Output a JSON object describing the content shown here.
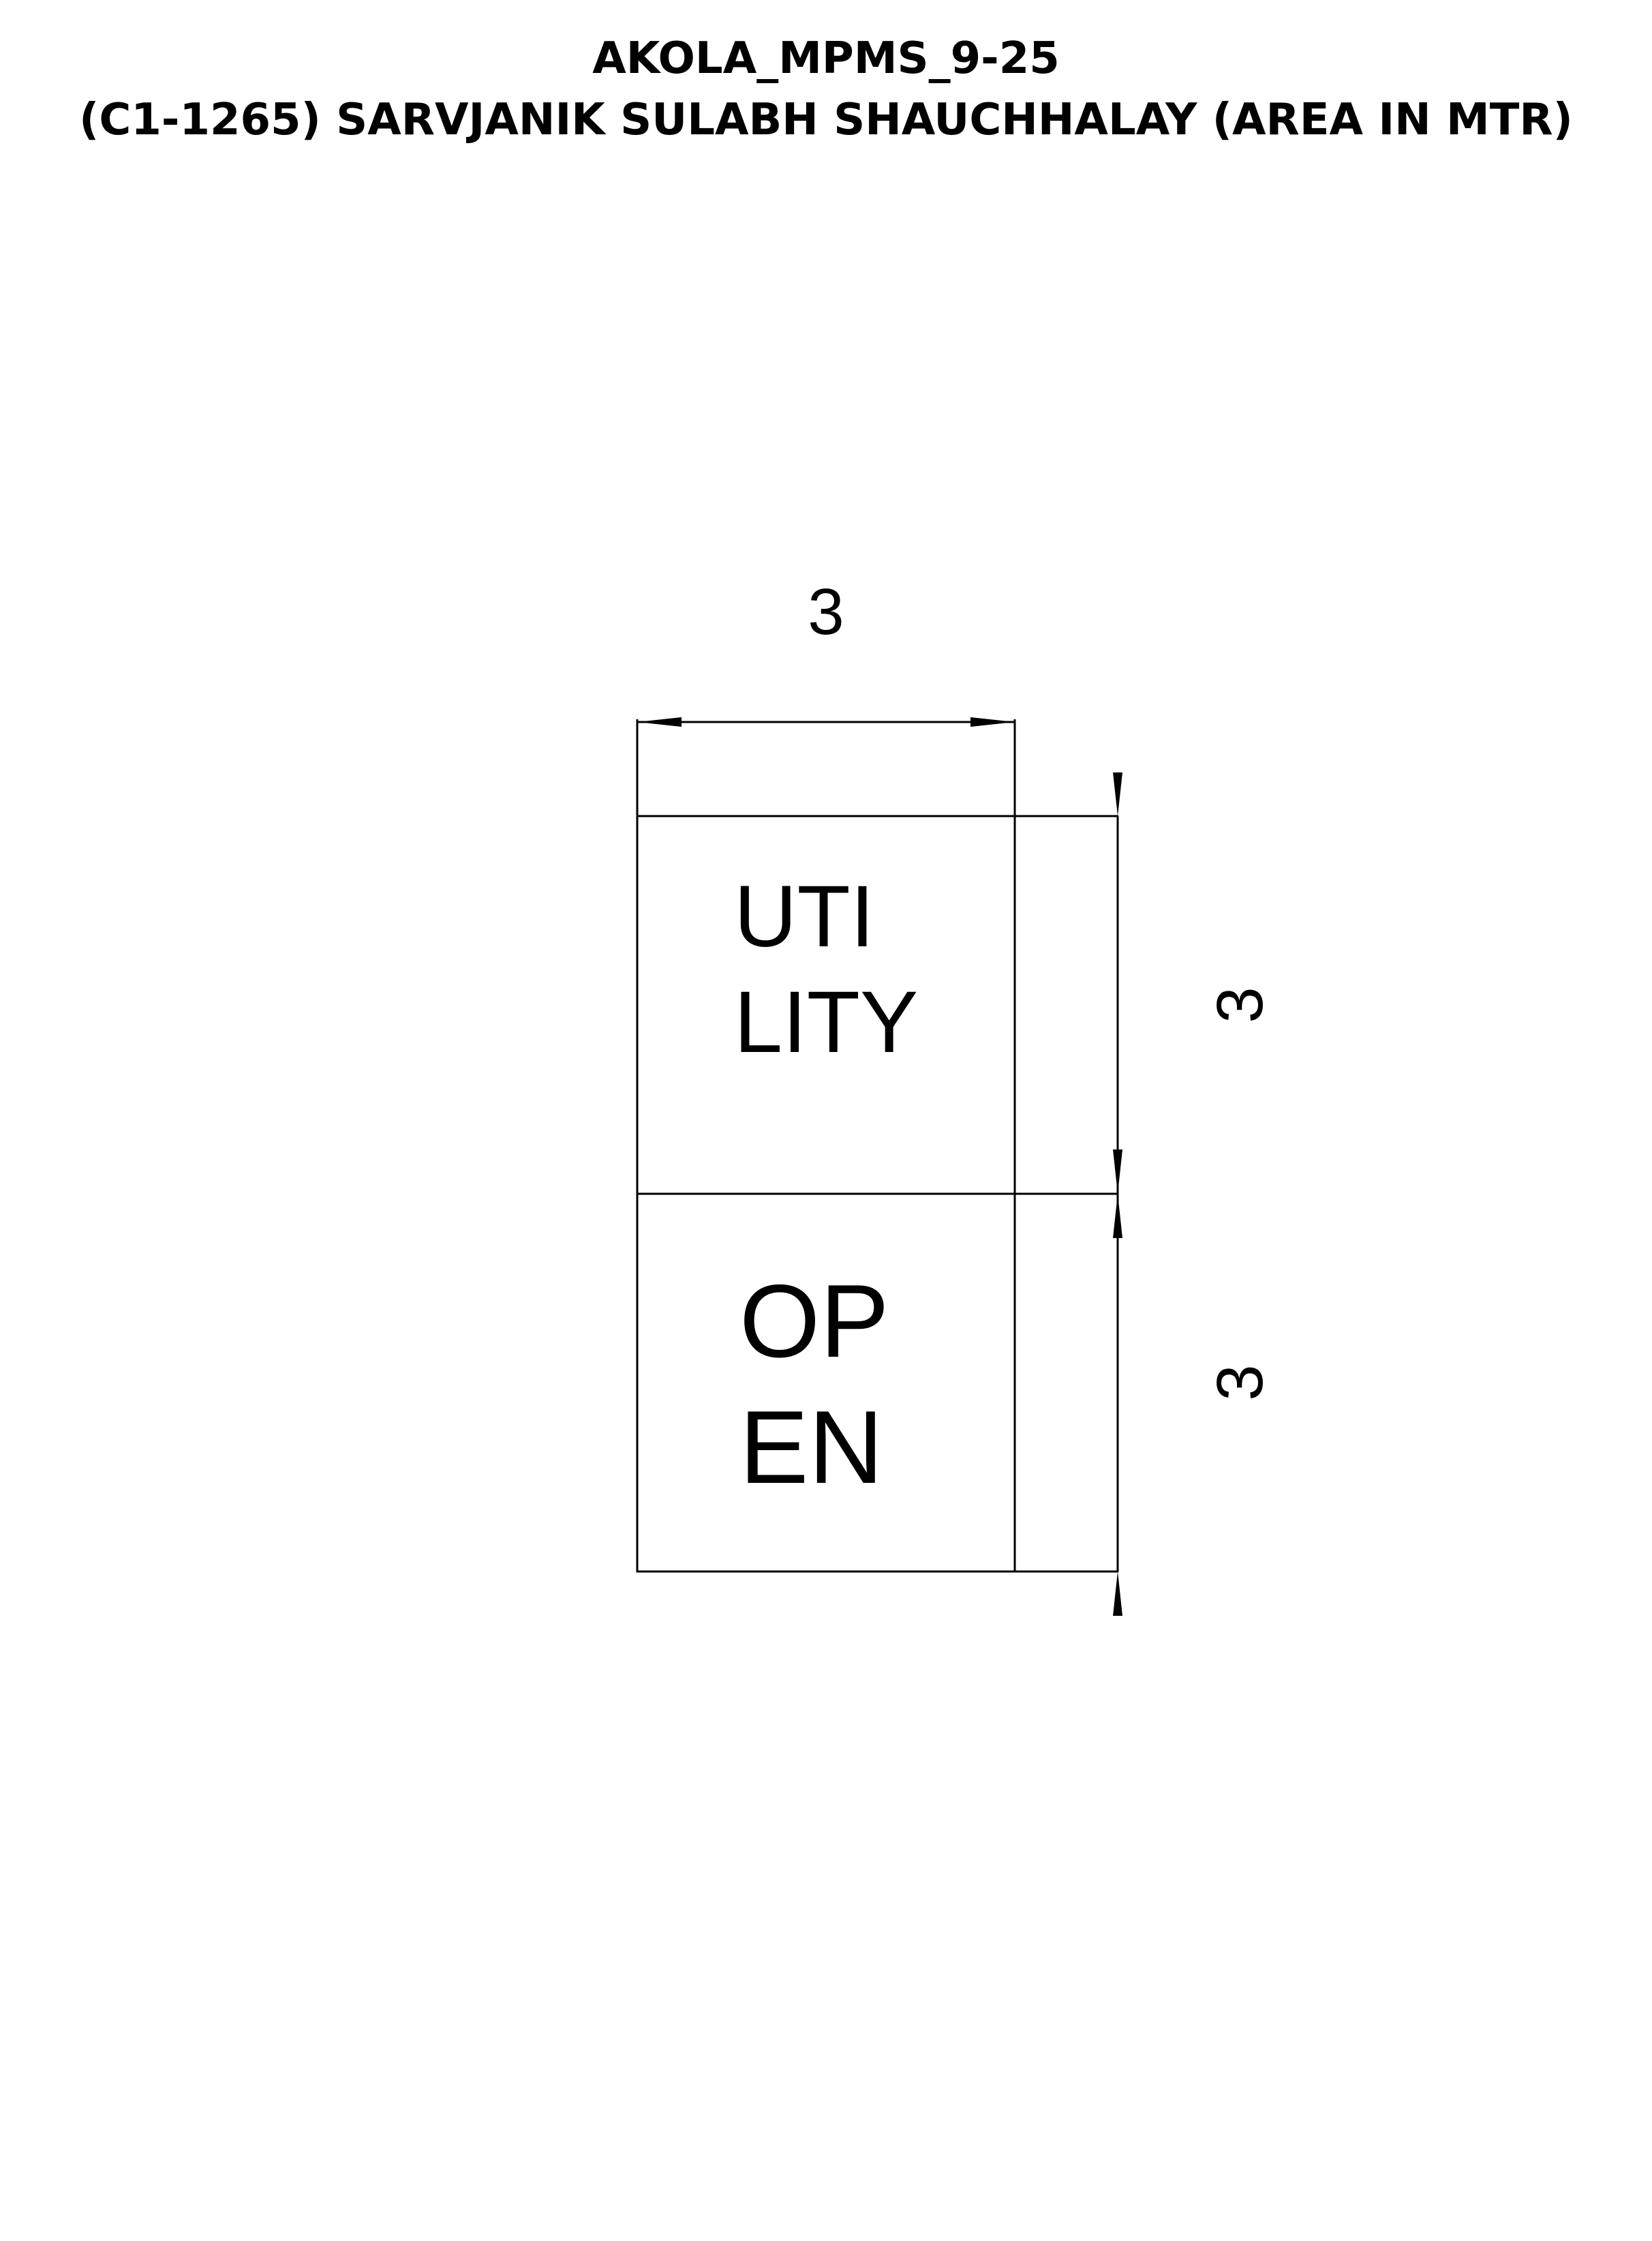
{
  "header": {
    "line1": "AKOLA_MPMS_9-25",
    "line2": "(C1-1265) SARVJANIK SULABH SHAUCHHALAY (AREA IN MTR)"
  },
  "rooms": {
    "utility": {
      "line1": "UTI",
      "line2": "LITY"
    },
    "open": {
      "line1": "OP",
      "line2": "EN"
    }
  },
  "dimensions": {
    "width": "3",
    "upper_height": "3",
    "lower_height": "3"
  },
  "colors": {
    "line": "#000000",
    "background": "#ffffff"
  }
}
